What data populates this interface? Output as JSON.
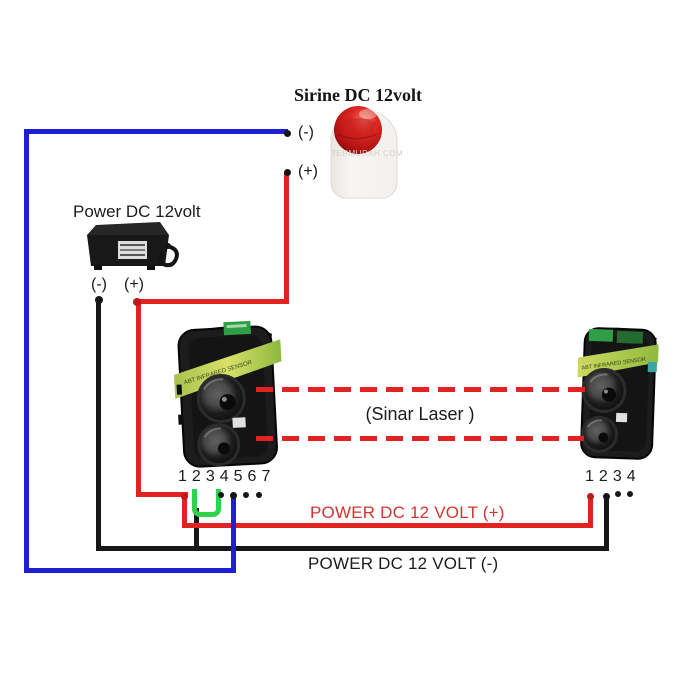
{
  "siren": {
    "title": "Sirine DC 12volt",
    "neg_label": "(-)",
    "pos_label": "(+)",
    "watermark": "TERMURAH.COM"
  },
  "power": {
    "title": "Power DC 12volt",
    "neg_label": "(-)",
    "pos_label": "(+)"
  },
  "beam": {
    "label": "(Sinar Laser )"
  },
  "bus_labels": {
    "positive": "POWER DC 12 VOLT (+)",
    "negative": "POWER DC 12 VOLT (-)"
  },
  "sensors": {
    "left": {
      "band_text": "ABT INFRARED SENSOR",
      "terminals": [
        "1",
        "2",
        "3",
        "4",
        "5",
        "6",
        "7"
      ]
    },
    "right": {
      "band_text": "ABT INFRARED SENSOR",
      "terminals": [
        "1",
        "2",
        "3",
        "4"
      ]
    }
  },
  "colors": {
    "wire_red": "#e32322",
    "wire_blue": "#1e1ed2",
    "wire_black": "#171717",
    "jumper_green": "#2fd24a",
    "label_red": "#d23430"
  }
}
